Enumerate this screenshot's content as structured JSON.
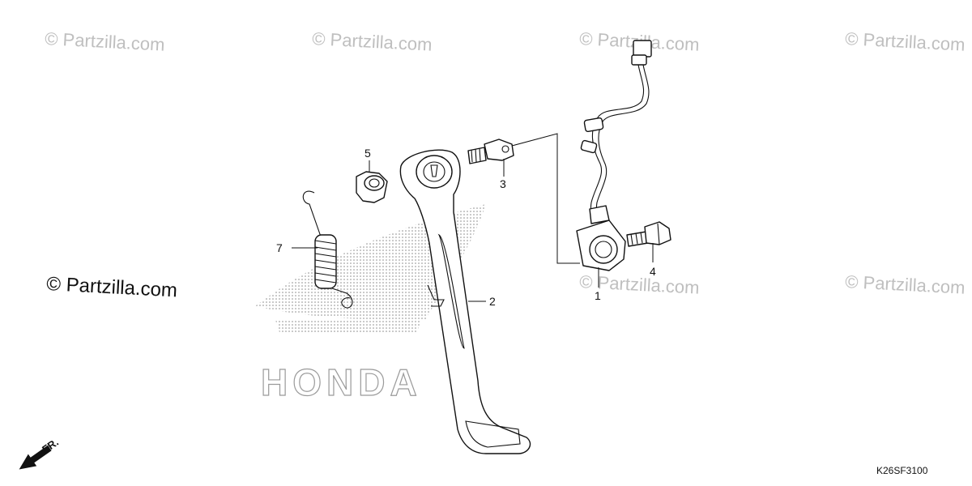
{
  "watermark": {
    "text": "© Partzilla.com"
  },
  "brand_logo": {
    "text": "HONDA"
  },
  "callouts": {
    "c1": "1",
    "c2": "2",
    "c3": "3",
    "c4": "4",
    "c5": "5",
    "c7": "7"
  },
  "direction_label": "FR.",
  "diagram_code": "K26SF3100",
  "icons": {
    "front_arrow": "arrow-down-left-icon"
  }
}
